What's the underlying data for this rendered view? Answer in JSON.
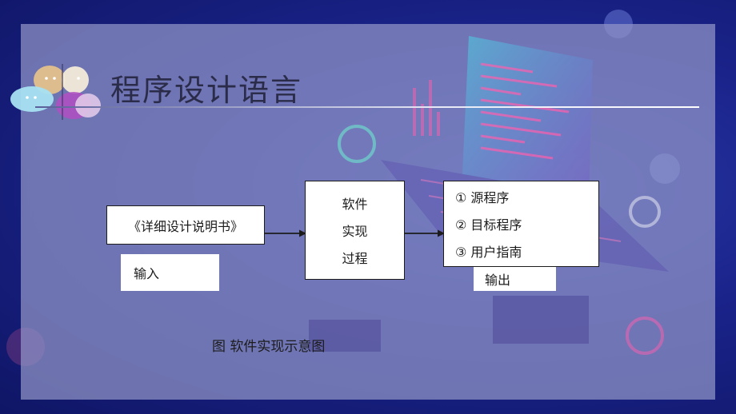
{
  "slide": {
    "title": "程序设计语言"
  },
  "diagram": {
    "document": "《详细设计说明书》",
    "input_label": "输入",
    "process_lines": [
      "软件",
      "实现",
      "过程"
    ],
    "output_items": [
      "①  源程序",
      "②  目标程序",
      "③  用户指南"
    ],
    "output_label": "输出",
    "caption": "图 软件实现示意图"
  },
  "colors": {
    "background": "#1a238a",
    "panel": "#9296c8",
    "box_fill": "#ffffff",
    "box_border": "#1c1c1c"
  }
}
